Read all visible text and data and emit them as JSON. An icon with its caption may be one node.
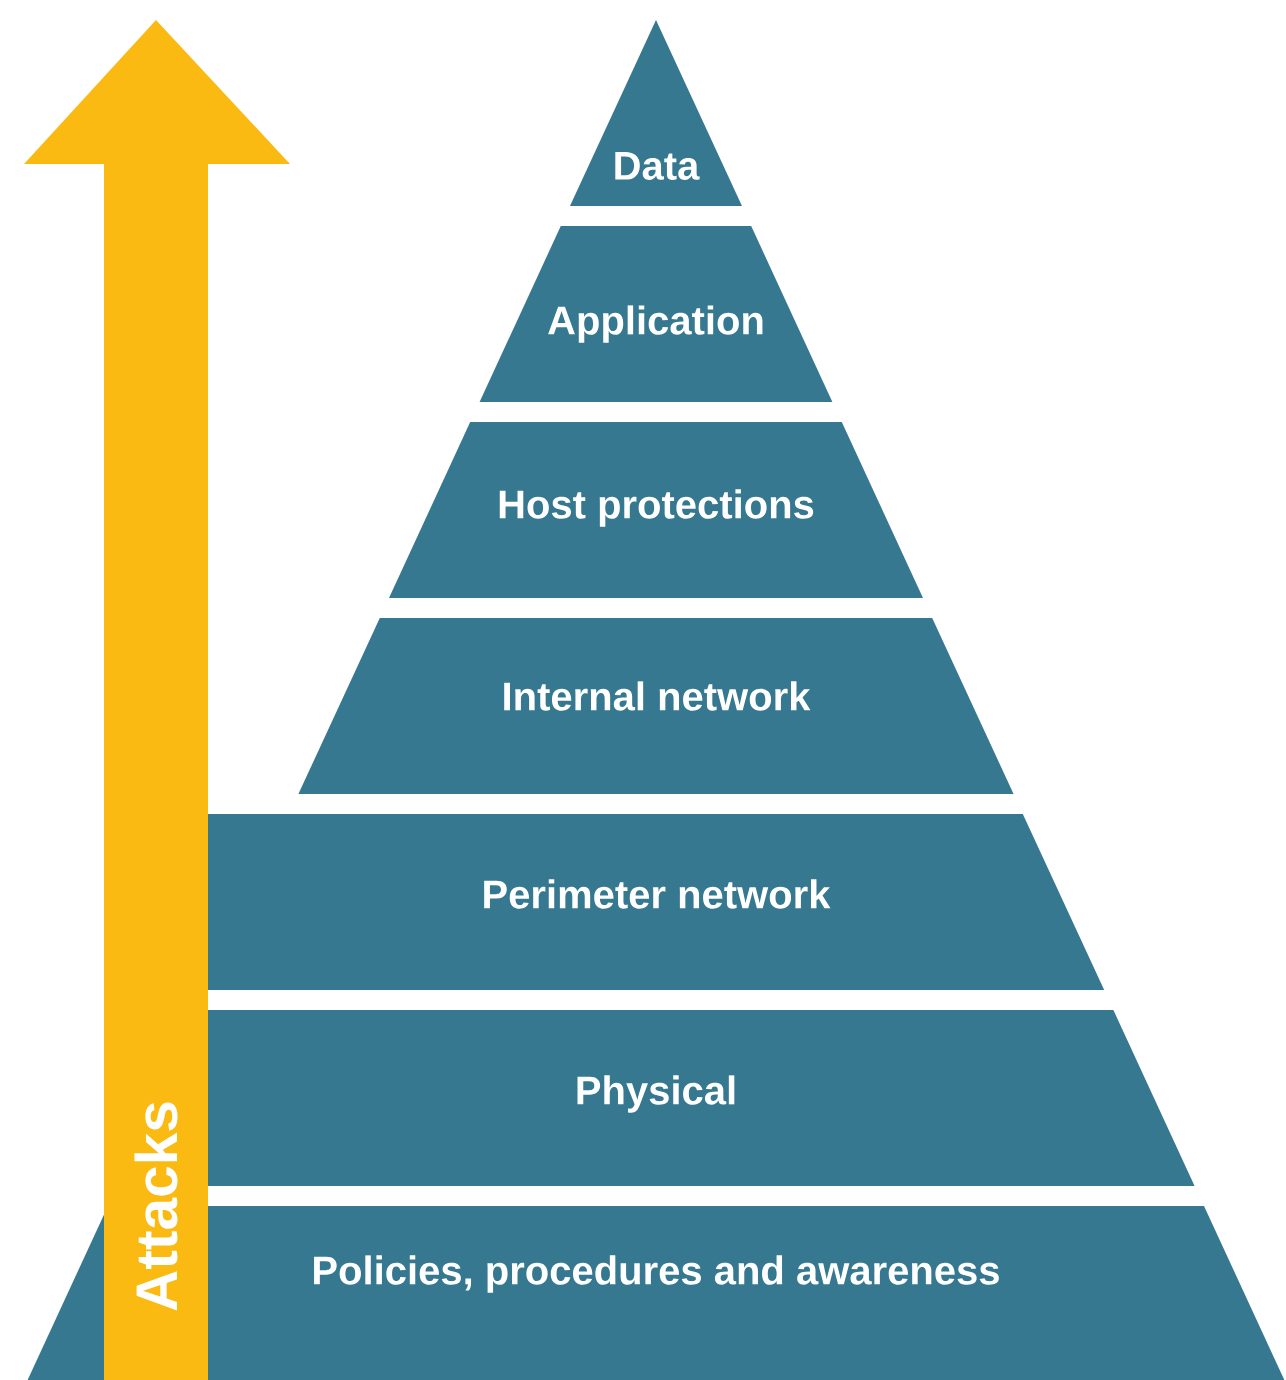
{
  "diagram": {
    "nodes": [
      {
        "text": [
          "Data"
        ]
      },
      {
        "text": [
          "Application"
        ]
      },
      {
        "text": [
          "Host protections"
        ]
      },
      {
        "text": [
          "Internal network"
        ]
      },
      {
        "text": [
          "Perimeter network"
        ]
      },
      {
        "text": [
          "Physical"
        ]
      },
      {
        "text": [
          "Policies, procedures and awareness"
        ]
      }
    ],
    "labels": [
      "Attacks"
    ]
  }
}
